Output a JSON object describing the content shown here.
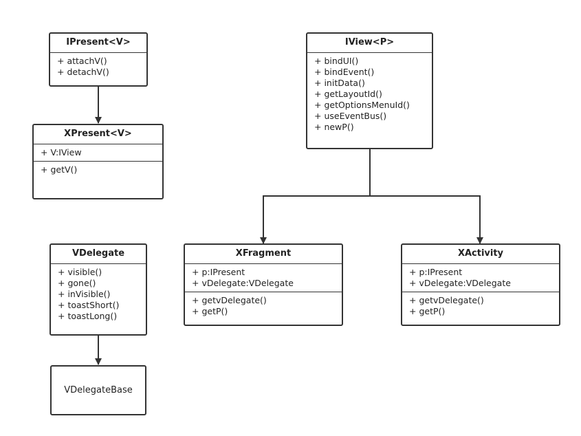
{
  "classes": [
    {
      "id": "ipresent",
      "name": "IPresent<V>",
      "sections": [
        [
          "+ attachV()",
          "+ detachV()"
        ]
      ]
    },
    {
      "id": "xpresent",
      "name": "XPresent<V>",
      "sections": [
        [
          "+ V:IView"
        ],
        [
          "+ getV()"
        ]
      ]
    },
    {
      "id": "iview",
      "name": "IView<P>",
      "sections": [
        [
          "+ bindUI()",
          "+ bindEvent()",
          "+ initData()",
          "+ getLayoutId()",
          "+ getOptionsMenuId()",
          "+ useEventBus()",
          "+ newP()"
        ]
      ]
    },
    {
      "id": "vdelegate",
      "name": "VDelegate",
      "sections": [
        [
          "+ visible()",
          "+ gone()",
          "+ inVisible()",
          "+ toastShort()",
          "+ toastLong()"
        ]
      ]
    },
    {
      "id": "xfragment",
      "name": "XFragment",
      "sections": [
        [
          "+ p:IPresent",
          "+ vDelegate:VDelegate"
        ],
        [
          "+ getvDelegate()",
          "+ getP()"
        ]
      ]
    },
    {
      "id": "xactivity",
      "name": "XActivity",
      "sections": [
        [
          "+ p:IPresent",
          "+ vDelegate:VDelegate"
        ],
        [
          "+ getvDelegate()",
          "+ getP()"
        ]
      ]
    }
  ],
  "plain_box": {
    "id": "vdelegatebase",
    "label": "VDelegateBase"
  }
}
